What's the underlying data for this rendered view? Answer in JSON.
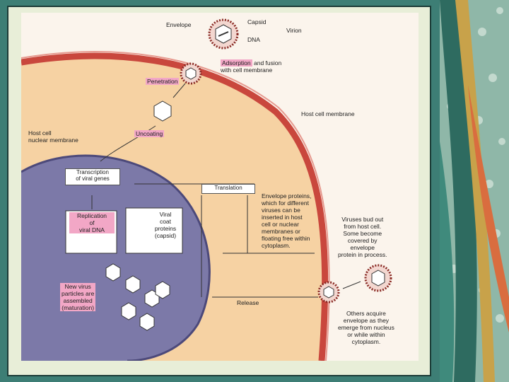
{
  "diagram": {
    "virion": {
      "envelope": "Envelope",
      "capsid": "Capsid",
      "dna": "DNA",
      "virion": "Virion"
    },
    "steps": {
      "adsorption": "Adsorption",
      "adsorption_rest": "and fusion\nwith cell membrane",
      "penetration": "Penetration",
      "uncoating": "Uncoating",
      "host_membrane": "Host cell membrane",
      "host_nuclear": "Host cell\nnuclear membrane",
      "transcription": "Transcription\nof viral genes",
      "translation": "Translation",
      "envelope_proteins": "Envelope proteins,\nwhich for different\nviruses can be\ninserted in host\ncell or nuclear\nmembranes or\nfloating free within\ncytoplasm.",
      "replication": "Replication\nof\nviral DNA",
      "coat_proteins": "Viral\ncoat\nproteins\n(capsid)",
      "new_virus": "New virus\nparticles are\nassembled\n(maturation)",
      "release": "Release",
      "bud_out": "Viruses bud out\nfrom host cell.\nSome become\ncovered by\nenvelope\nprotein in process.",
      "others": "Others acquire\nenvelope as they\nemerge from nucleus\nor while within\ncytoplasm."
    }
  },
  "colors": {
    "cytoplasm": "#f6d2a3",
    "membrane": "#c9473d",
    "nucleus": "#7c79a8",
    "highlight": "#f2a7c6",
    "frame": "#3d7e75"
  }
}
